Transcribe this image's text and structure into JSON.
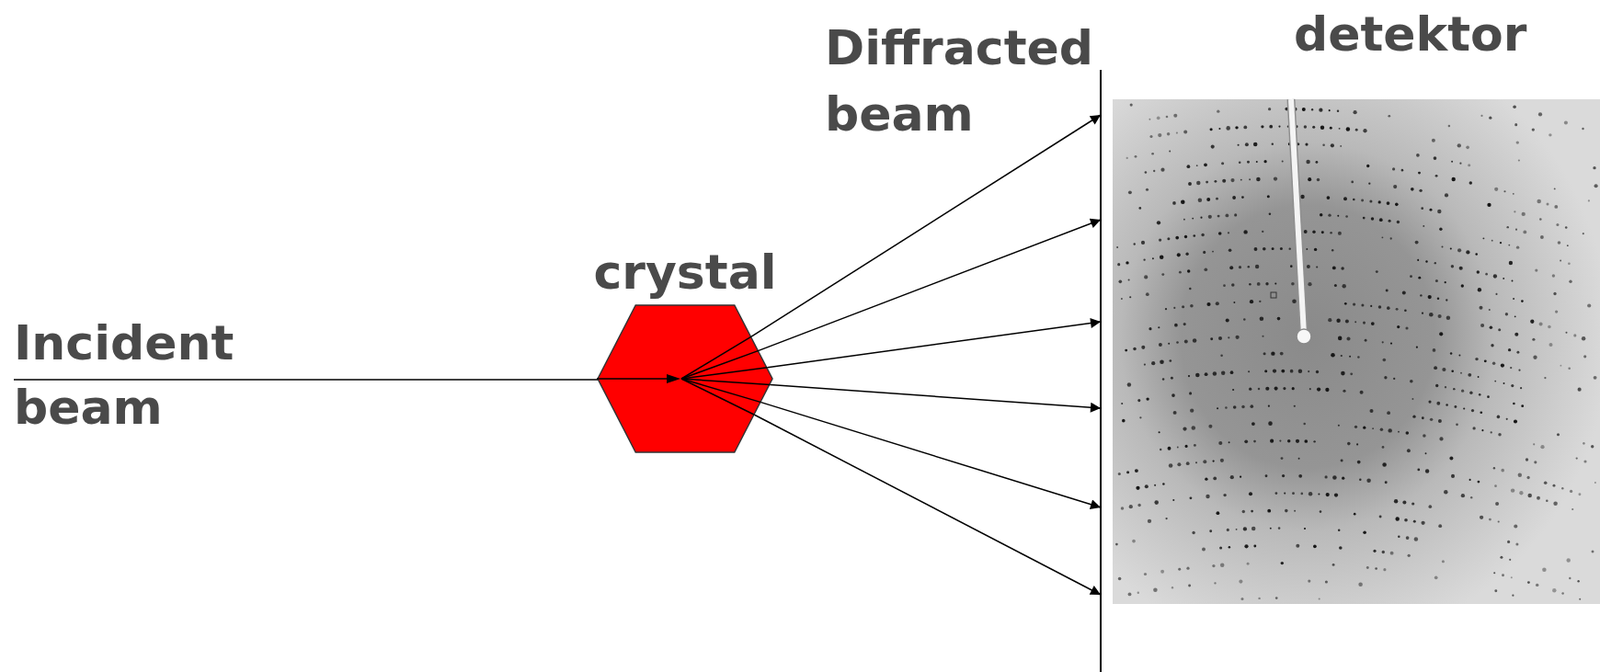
{
  "diagram": {
    "nodes": [
      {
        "text": [
          "crystal"
        ]
      },
      {
        "text": [
          "detektor"
        ]
      }
    ],
    "edges": [
      {
        "from": 0,
        "to": 1,
        "arrow": "to"
      },
      {
        "from": 0,
        "to": 1,
        "arrow": "to"
      },
      {
        "from": 0,
        "to": 1,
        "arrow": "to"
      },
      {
        "from": 0,
        "to": 1,
        "arrow": "to"
      },
      {
        "from": 0,
        "to": 1,
        "arrow": "to"
      },
      {
        "from": 0,
        "to": 1,
        "arrow": "to"
      }
    ],
    "labels": [
      "Incident beam",
      "Diffracted beam"
    ]
  }
}
